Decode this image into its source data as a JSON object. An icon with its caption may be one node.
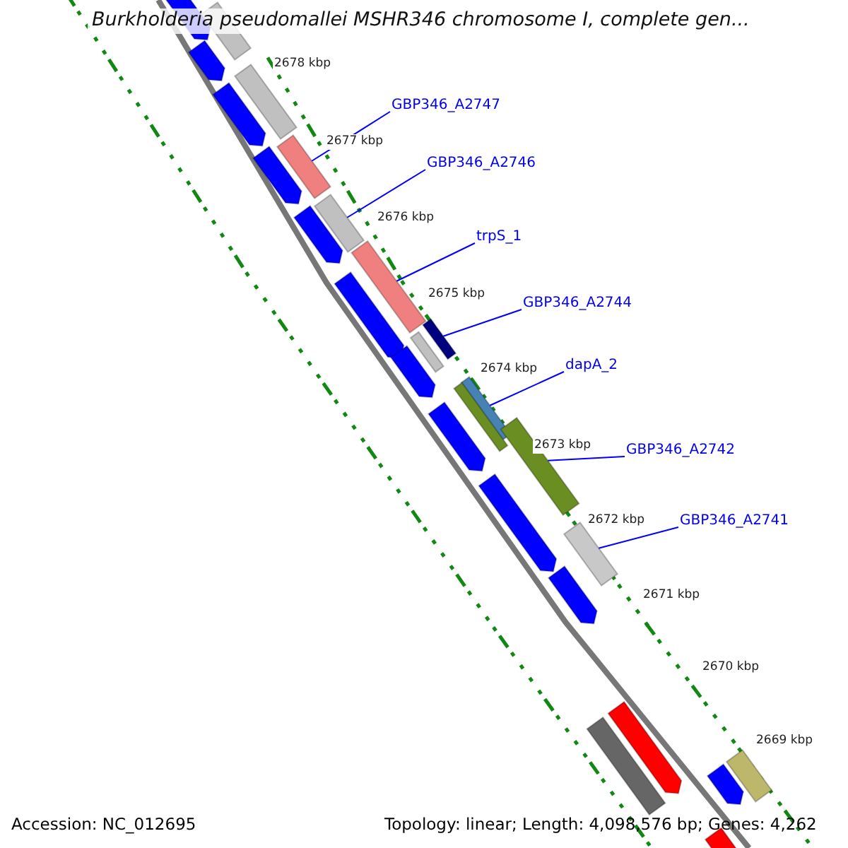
{
  "diagram": {
    "title": "Burkholderia pseudomallei MSHR346 chromosome I, complete gen...",
    "nodes": [
      {
        "text": [
          "GBP346_A2747"
        ]
      },
      {
        "text": [
          "GBP346_A2746"
        ]
      },
      {
        "text": [
          "trpS_1"
        ]
      },
      {
        "text": [
          "GBP346_A2744"
        ]
      },
      {
        "text": [
          "dapA_2"
        ]
      },
      {
        "text": [
          "GBP346_A2742"
        ]
      },
      {
        "text": [
          "GBP346_A2741"
        ]
      },
      {
        "text": [],
        "shape": "bar"
      },
      {
        "text": [],
        "shape": "bar"
      },
      {
        "text": [],
        "shape": "bar"
      },
      {
        "text": [],
        "shape": "bar"
      },
      {
        "text": [],
        "shape": "bar"
      },
      {
        "text": [],
        "shape": "bar"
      },
      {
        "text": [],
        "shape": "bar"
      },
      {
        "text": [],
        "shape": "bar"
      },
      {
        "text": [],
        "shape": "bar"
      },
      {
        "text": [],
        "shape": "bar"
      },
      {
        "text": [],
        "shape": "bar"
      },
      {
        "text": [],
        "shape": "bar"
      },
      {
        "text": [],
        "shape": "bar"
      },
      {
        "text": [],
        "shape": "bar"
      },
      {
        "text": [],
        "shape": "bar"
      },
      {
        "text": [],
        "shape": "bar"
      },
      {
        "text": [],
        "shape": "bar"
      },
      {
        "text": [],
        "shape": "bar"
      },
      {
        "text": [],
        "shape": "bar"
      },
      {
        "text": [],
        "shape": "bar"
      },
      {
        "text": [],
        "shape": "bar"
      },
      {
        "text": [],
        "shape": "bar"
      },
      {
        "text": [],
        "shape": "bar"
      },
      {
        "text": [],
        "shape": "bar"
      },
      {
        "text": [],
        "shape": "bar"
      },
      {
        "text": [],
        "shape": "bar"
      }
    ],
    "edges": [
      {
        "from": 0,
        "to": 7,
        "arrow": "none"
      },
      {
        "from": 1,
        "to": 8,
        "arrow": "none"
      },
      {
        "from": 2,
        "to": 9,
        "arrow": "none"
      },
      {
        "from": 3,
        "to": 10,
        "arrow": "none"
      },
      {
        "from": 4,
        "to": 11,
        "arrow": "none"
      },
      {
        "from": 5,
        "to": 12,
        "arrow": "none"
      },
      {
        "from": 6,
        "to": 13,
        "arrow": "none"
      }
    ],
    "labels": [
      "2678 kbp",
      "2677 kbp",
      "2676 kbp",
      "2675 kbp",
      "2674 kbp",
      "2673 kbp",
      "2672 kbp",
      "2671 kbp",
      "2670 kbp",
      "2669 kbp",
      "Accession: NC_012695",
      "Topology: linear; Length: 4,098,576 bp; Genes: 4,262"
    ]
  }
}
